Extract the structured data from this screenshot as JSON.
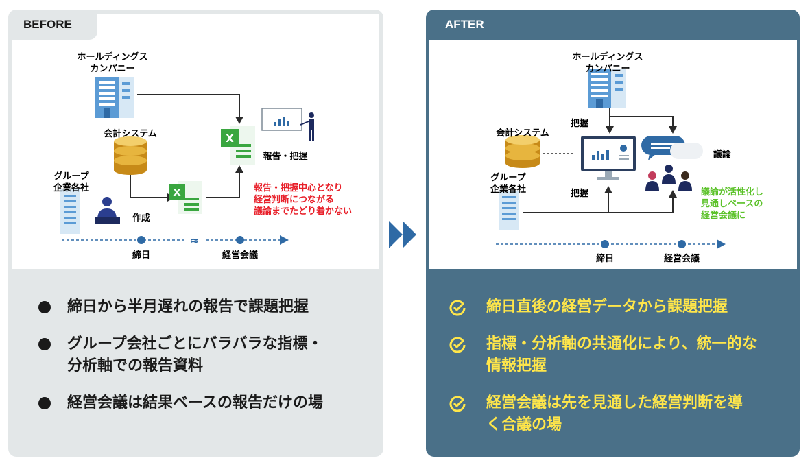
{
  "before": {
    "tag": "BEFORE",
    "labels": {
      "holdings_1": "ホールディングス",
      "holdings_2": "カンパニー",
      "accounting": "会計システム",
      "group_1": "グループ",
      "group_2": "企業各社",
      "create": "作成",
      "report": "報告・把握",
      "issue_1": "報告・把握中心となり",
      "issue_2": "経営判断につながる",
      "issue_3": "議論までたどり着かない",
      "timeline_1": "締日",
      "timeline_2": "経営会議"
    },
    "bullets": [
      [
        "締日から半月遅れの報告で課題把握"
      ],
      [
        "グループ会社ごとにバラバラな指標・",
        "分析軸での報告資料"
      ],
      [
        "経営会議は結果ベースの報告だけの場"
      ]
    ]
  },
  "after": {
    "tag": "AFTER",
    "labels": {
      "holdings_1": "ホールディングス",
      "holdings_2": "カンパニー",
      "accounting": "会計システム",
      "group_1": "グループ",
      "group_2": "企業各社",
      "grasp_top": "把握",
      "grasp_bottom": "把握",
      "discussion": "議論",
      "result_1": "議論が活性化し",
      "result_2": "見通しベースの",
      "result_3": "経営会議に",
      "timeline_1": "締日",
      "timeline_2": "経営会議"
    },
    "bullets": [
      [
        "締日直後の経営データから課題把握"
      ],
      [
        "指標・分析軸の共通化により、統一的な",
        "情報把握"
      ],
      [
        "経営会議は先を見通した経営判断を導",
        "く合議の場"
      ]
    ]
  },
  "colors": {
    "before_bg": "#e3e7e8",
    "after_bg": "#4a7088",
    "issue_red": "#e8202a",
    "result_green": "#5cc22a",
    "after_bullet_yellow": "#ffe64a",
    "timeline_blue": "#2f6aa5",
    "excel_green": "#3aa640"
  }
}
